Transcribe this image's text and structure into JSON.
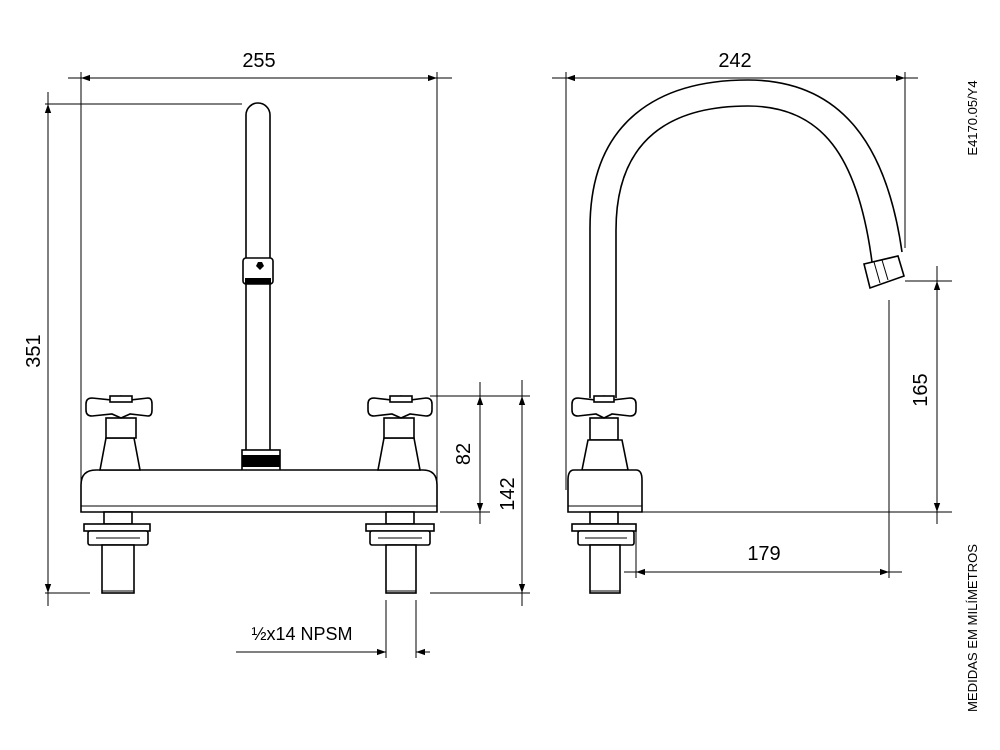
{
  "drawing": {
    "code": "E4170.05/Y4",
    "units_note": "MEDIDAS EM MILÍMETROS",
    "thread_label": "½x14 NPSM",
    "front_view": {
      "overall_width": "255",
      "overall_height": "351",
      "handle_height": "82",
      "inlet_height": "142"
    },
    "side_view": {
      "spout_reach": "242",
      "spout_clearance": "165",
      "spout_offset": "179"
    },
    "colors": {
      "line": "#000000",
      "background": "#ffffff"
    }
  }
}
